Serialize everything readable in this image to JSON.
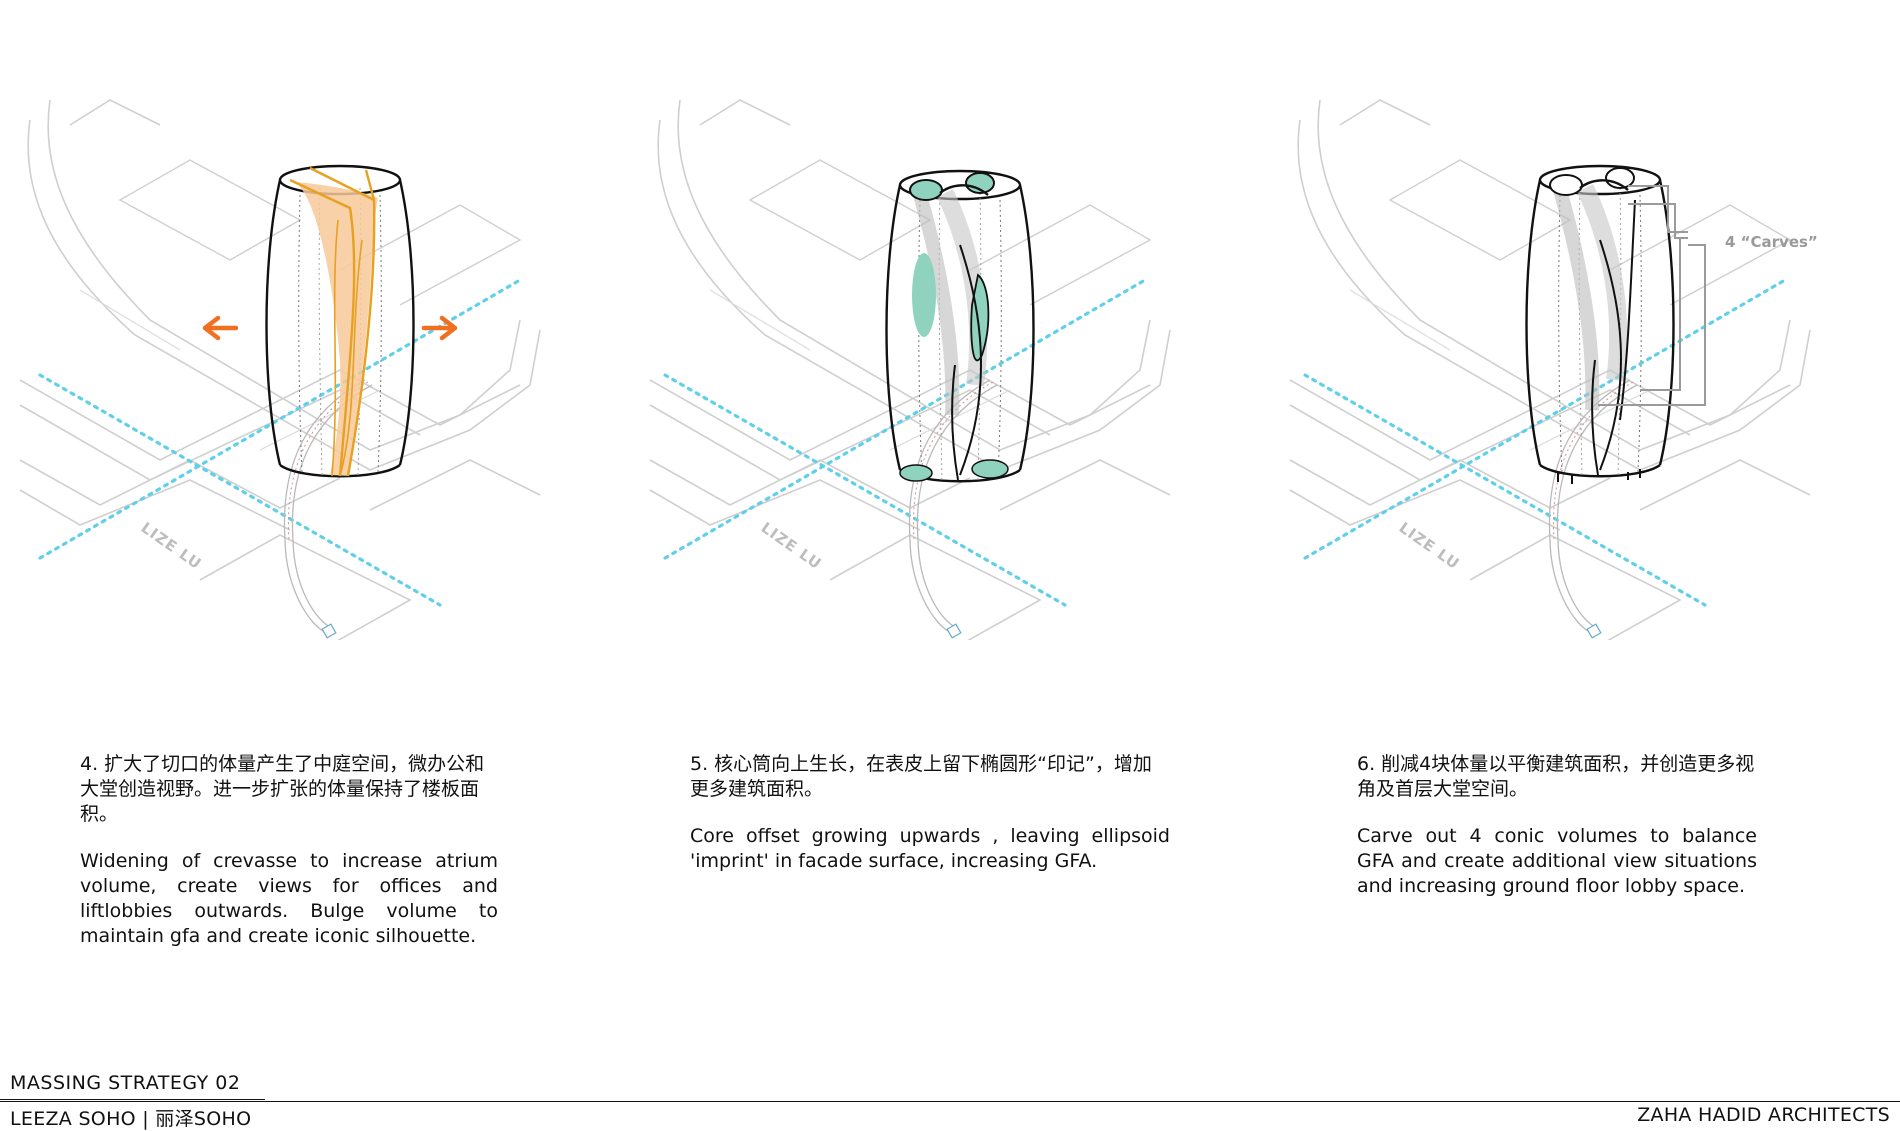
{
  "panels": [
    {
      "street_label": "LIZE LU",
      "caption_cn": "4. 扩大了切口的体量产生了中庭空间，微办公和大堂创造视野。进一步扩张的体量保持了楼板面积。",
      "caption_en": "Widening of crevasse to increase atrium volume, create views for offices and liftlobbies outwards. Bulge volume to maintain gfa and create iconic silhouette."
    },
    {
      "street_label": "LIZE LU",
      "caption_cn": "5. 核心筒向上生长，在表皮上留下椭圆形“印记”，增加更多建筑面积。",
      "caption_en": "Core offset growing upwards , leaving ellipsoid 'imprint' in facade surface, increasing GFA."
    },
    {
      "street_label": "LIZE LU",
      "annotation": "4 “Carves”",
      "caption_cn": "6.  削减4块体量以平衡建筑面积，并创造更多视角及首层大堂空间。",
      "caption_en": "Carve out 4 conic volumes to balance GFA and create additional view situations and increasing ground floor lobby space."
    }
  ],
  "footer": {
    "title": "MASSING STRATEGY 02",
    "project": "LEEZA SOHO | 丽泽SOHO",
    "firm": "ZAHA HADID ARCHITECTS"
  },
  "colors": {
    "accent_orange": "#f07020",
    "atrium_orange": "#f7c99a",
    "outline_orange": "#e8a020",
    "core_green": "#8fd3be",
    "dotted_cyan": "#5fd0e8",
    "context_gray": "#c8c8c8",
    "annotation_gray": "#9a9a9a"
  }
}
